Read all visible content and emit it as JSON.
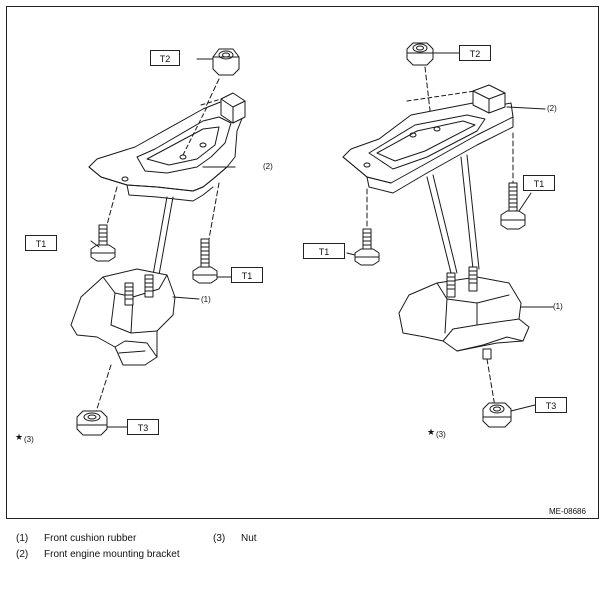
{
  "figure": {
    "id": "ME-08686",
    "left_assembly": {
      "torque_callouts": [
        "T2",
        "T1",
        "T1",
        "T3"
      ],
      "part_refs": [
        "(2)",
        "(1)",
        "(3)"
      ],
      "star": "★"
    },
    "right_assembly": {
      "torque_callouts": [
        "T2",
        "T1",
        "T1",
        "T3"
      ],
      "part_refs": [
        "(2)",
        "(1)",
        "(3)"
      ],
      "star": "★"
    }
  },
  "legend": [
    {
      "num": "(1)",
      "label": "Front cushion rubber"
    },
    {
      "num": "(2)",
      "label": "Front engine mounting bracket"
    },
    {
      "num": "(3)",
      "label": "Nut"
    }
  ]
}
